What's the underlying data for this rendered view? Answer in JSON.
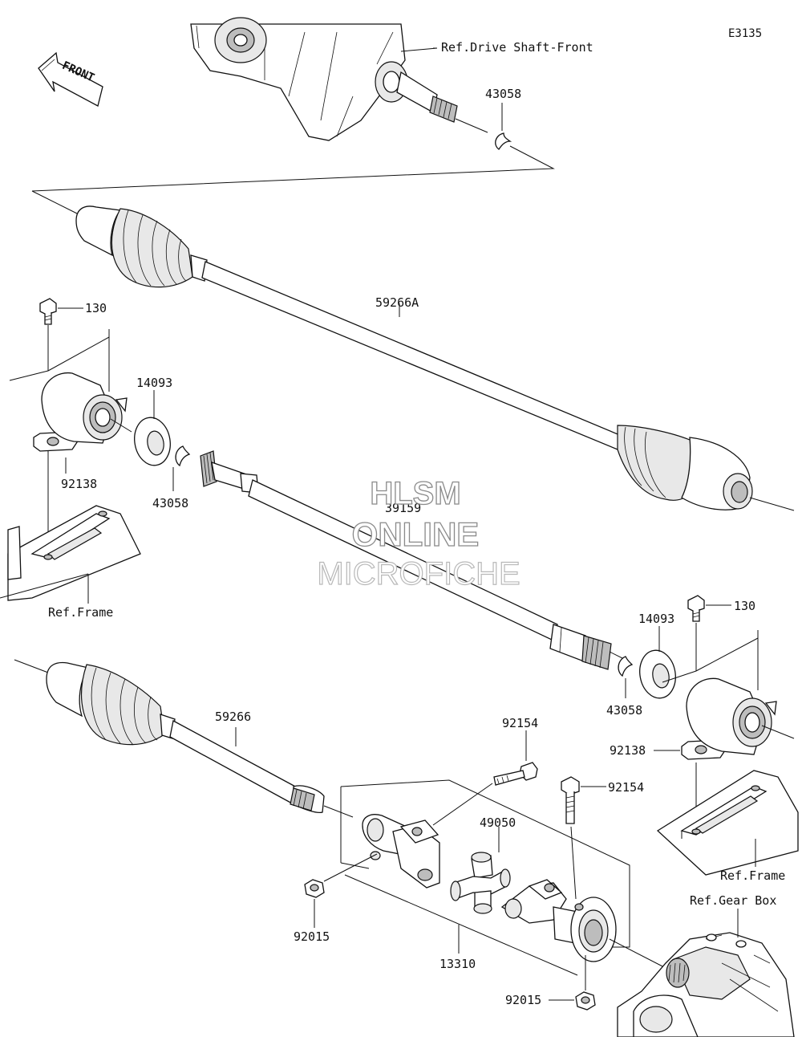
{
  "diagram_code": "E3135",
  "front_indicator": "FRONT",
  "references": {
    "drive_shaft_front": "Ref.Drive Shaft-Front",
    "frame_left": "Ref.Frame",
    "frame_right": "Ref.Frame",
    "gear_box": "Ref.Gear Box"
  },
  "part_labels": {
    "circlip_top": "43058",
    "shaft_upper": "59266A",
    "bolt_left": "130",
    "washer_left": "14093",
    "bearing_left": "92138",
    "circlip_left": "43058",
    "prop_shaft": "39159",
    "washer_right": "14093",
    "bolt_right": "130",
    "circlip_right": "43058",
    "bearing_right": "92138",
    "shaft_lower": "59266",
    "bolt_yoke": "92154",
    "bolt_flange": "92154",
    "cross_joint": "49050",
    "nut_left": "92015",
    "joint_assy": "13310",
    "nut_bottom": "92015"
  },
  "watermark": {
    "line1": "HLSM",
    "line2": "ONLINE",
    "line3": "MICROFICHE"
  }
}
